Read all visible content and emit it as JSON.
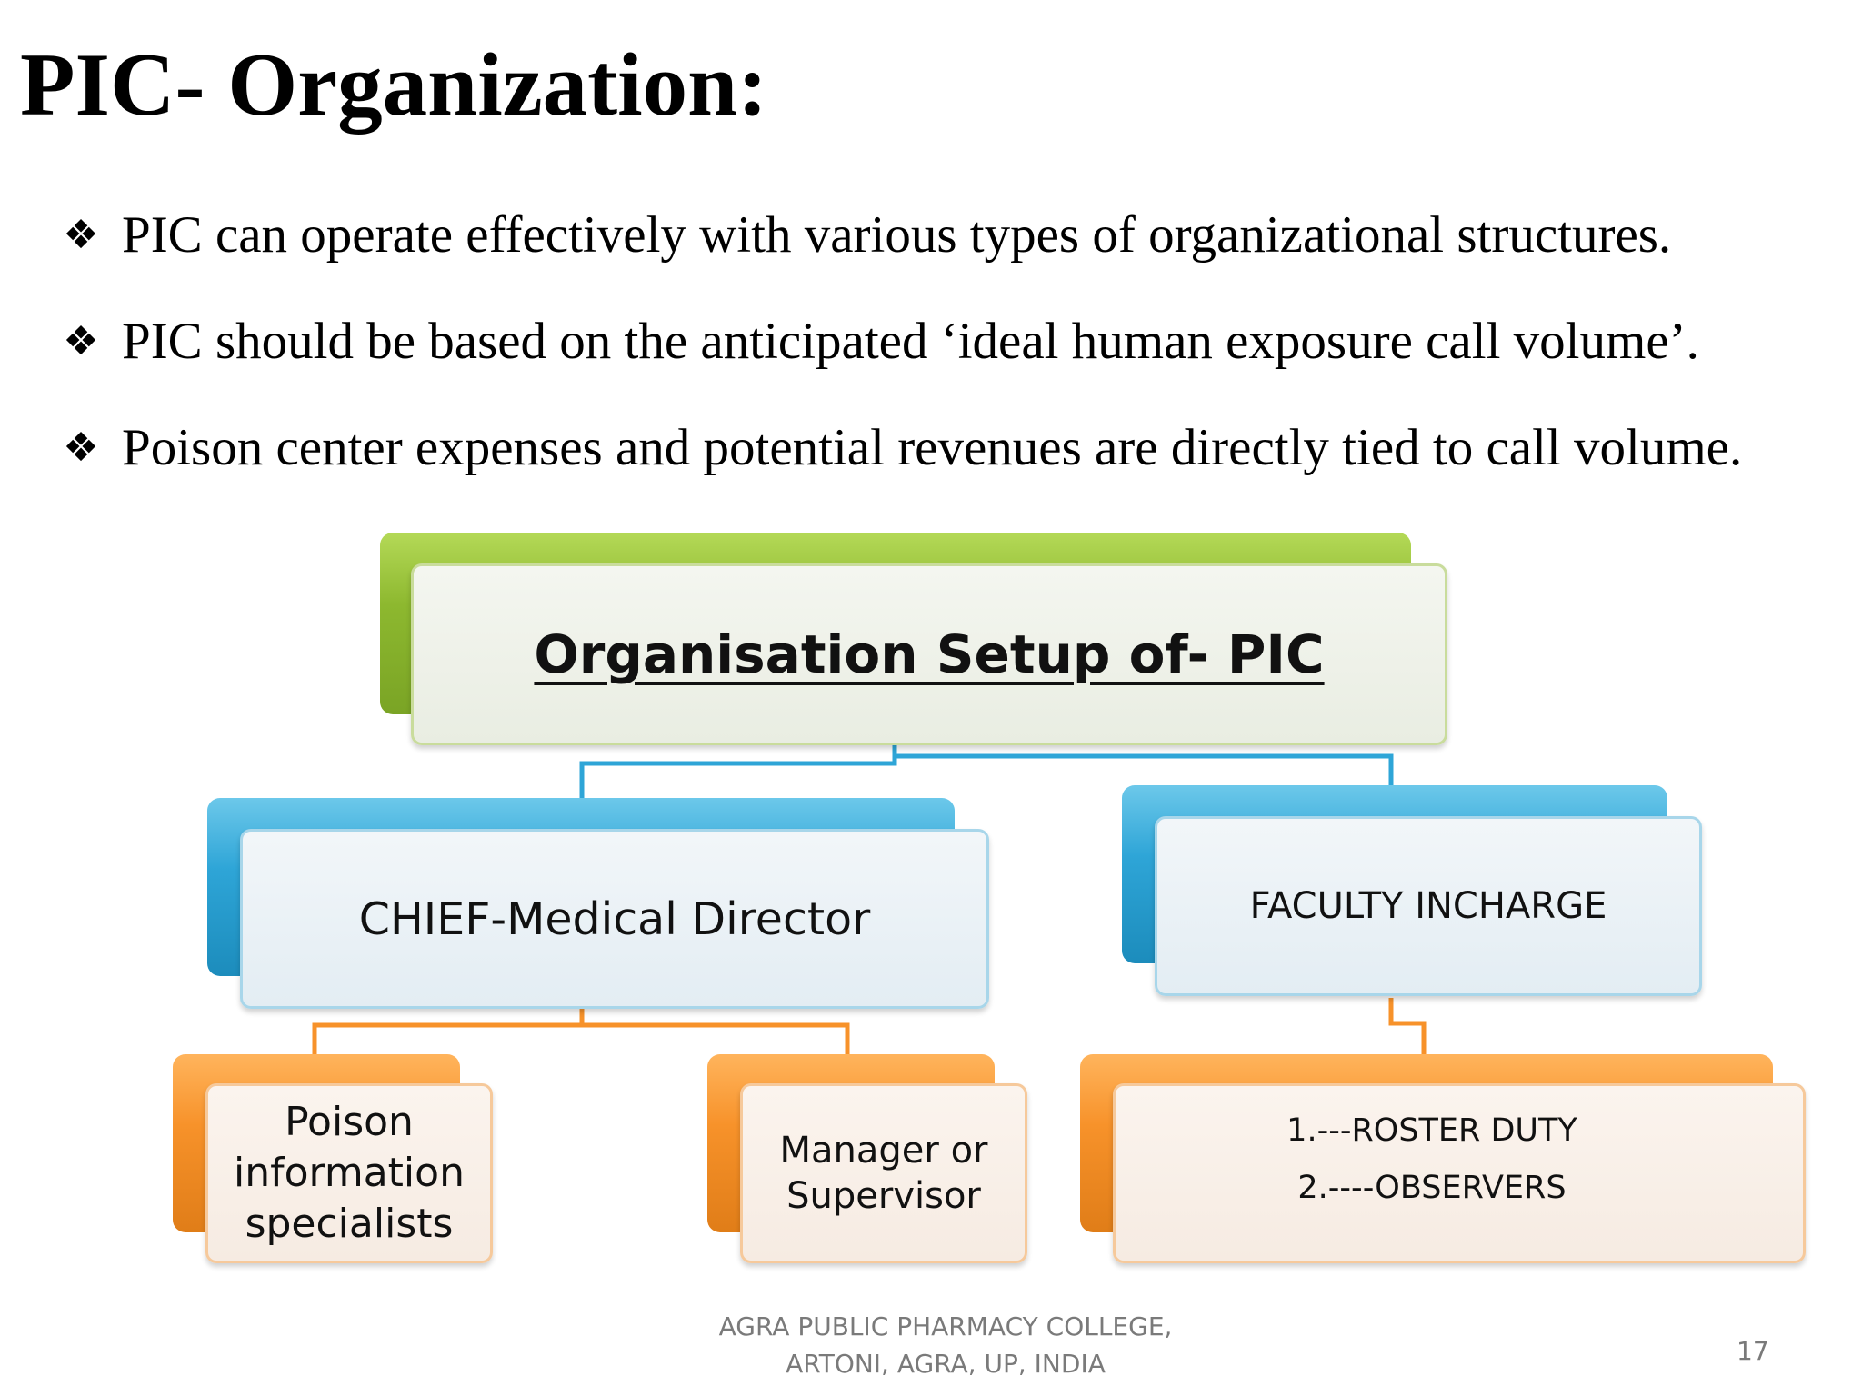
{
  "slide": {
    "title": "PIC- Organization:",
    "bullet_icon": "four-diamond-bullet-icon",
    "bullets": [
      "PIC can operate effectively with various types of organizational structures.",
      "PIC should be based on the anticipated ‘ideal human exposure call volume’.",
      "Poison center expenses and potential revenues are directly tied to call volume."
    ]
  },
  "diagram": {
    "root": {
      "label": "Organisation Setup of- PIC",
      "color": "#8db82f"
    },
    "chief": {
      "label": "CHIEF-Medical Director",
      "color": "#2ea5d7"
    },
    "faculty": {
      "label": "FACULTY INCHARGE",
      "color": "#2ea5d7"
    },
    "specialists": {
      "lines": [
        "Poison",
        "information",
        "specialists"
      ],
      "color": "#f7922a"
    },
    "manager": {
      "lines": [
        "Manager or",
        "Supervisor"
      ],
      "color": "#f7922a"
    },
    "duties": {
      "lines": [
        "1.---ROSTER DUTY",
        "2.----OBSERVERS"
      ],
      "color": "#f7922a"
    }
  },
  "footer": {
    "lines": [
      "AGRA PUBLIC PHARMACY COLLEGE,",
      "ARTONI, AGRA, UP, INDIA"
    ],
    "page_number": "17"
  }
}
